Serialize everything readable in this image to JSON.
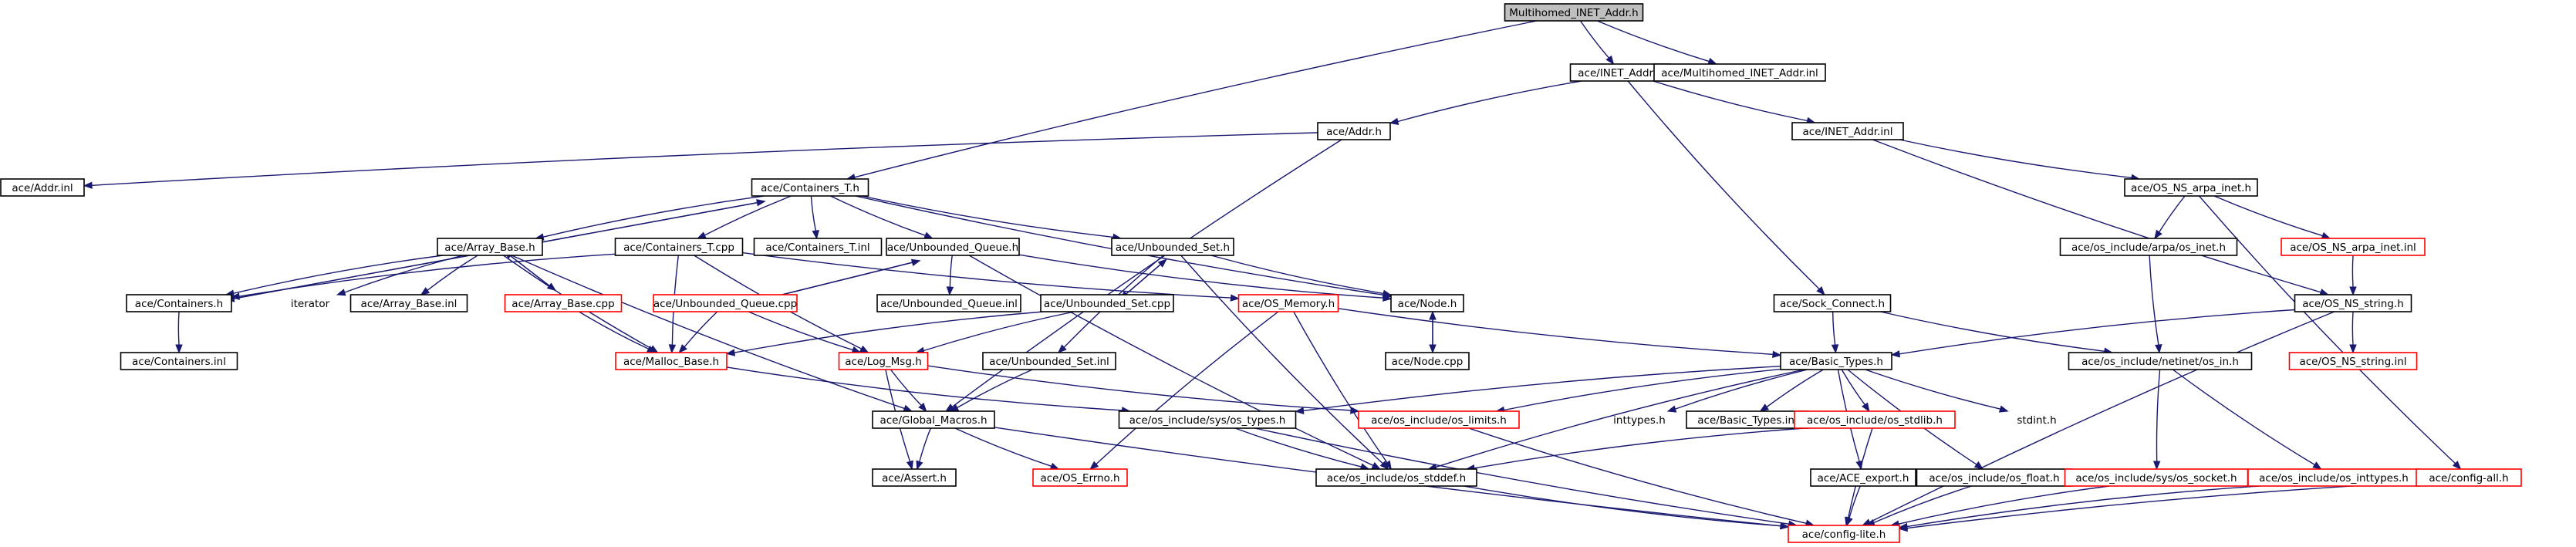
{
  "colors": {
    "edge": "#191970",
    "normal_border": "#000000",
    "incomplete_border": "#ff0000",
    "root_fill": "#bfbfbf"
  },
  "nodes": {
    "root": {
      "label": "Multihomed_INET_Addr.h",
      "kind": "root"
    },
    "inet_addr_h": {
      "label": "ace/INET_Addr.h",
      "kind": "normal"
    },
    "multihomed_inl": {
      "label": "ace/Multihomed_INET_Addr.inl",
      "kind": "normal"
    },
    "addr_h": {
      "label": "ace/Addr.h",
      "kind": "normal"
    },
    "inet_addr_inl": {
      "label": "ace/INET_Addr.inl",
      "kind": "normal"
    },
    "addr_inl": {
      "label": "ace/Addr.inl",
      "kind": "normal"
    },
    "containers_t_h": {
      "label": "ace/Containers_T.h",
      "kind": "normal"
    },
    "os_ns_arpa_inet_h": {
      "label": "ace/OS_NS_arpa_inet.h",
      "kind": "normal"
    },
    "array_base_h": {
      "label": "ace/Array_Base.h",
      "kind": "normal"
    },
    "containers_t_cpp": {
      "label": "ace/Containers_T.cpp",
      "kind": "normal"
    },
    "containers_t_inl": {
      "label": "ace/Containers_T.inl",
      "kind": "normal"
    },
    "unbounded_queue_h": {
      "label": "ace/Unbounded_Queue.h",
      "kind": "normal"
    },
    "unbounded_set_h": {
      "label": "ace/Unbounded_Set.h",
      "kind": "normal"
    },
    "os_include_arpa_inet_h": {
      "label": "ace/os_include/arpa/os_inet.h",
      "kind": "normal"
    },
    "os_ns_arpa_inet_inl": {
      "label": "ace/OS_NS_arpa_inet.inl",
      "kind": "incomplete"
    },
    "containers_h": {
      "label": "ace/Containers.h",
      "kind": "normal"
    },
    "iterator": {
      "label": "iterator",
      "kind": "plain"
    },
    "array_base_inl": {
      "label": "ace/Array_Base.inl",
      "kind": "normal"
    },
    "array_base_cpp": {
      "label": "ace/Array_Base.cpp",
      "kind": "incomplete"
    },
    "unbounded_queue_cpp": {
      "label": "ace/Unbounded_Queue.cpp",
      "kind": "incomplete"
    },
    "unbounded_queue_inl": {
      "label": "ace/Unbounded_Queue.inl",
      "kind": "normal"
    },
    "unbounded_set_cpp": {
      "label": "ace/Unbounded_Set.cpp",
      "kind": "normal"
    },
    "os_memory_h": {
      "label": "ace/OS_Memory.h",
      "kind": "incomplete"
    },
    "node_h": {
      "label": "ace/Node.h",
      "kind": "normal"
    },
    "sock_connect_h": {
      "label": "ace/Sock_Connect.h",
      "kind": "normal"
    },
    "os_ns_string_h": {
      "label": "ace/OS_NS_string.h",
      "kind": "normal"
    },
    "containers_inl": {
      "label": "ace/Containers.inl",
      "kind": "normal"
    },
    "malloc_base_h": {
      "label": "ace/Malloc_Base.h",
      "kind": "incomplete"
    },
    "log_msg_h": {
      "label": "ace/Log_Msg.h",
      "kind": "incomplete"
    },
    "unbounded_set_inl": {
      "label": "ace/Unbounded_Set.inl",
      "kind": "normal"
    },
    "node_cpp": {
      "label": "ace/Node.cpp",
      "kind": "normal"
    },
    "basic_types_h": {
      "label": "ace/Basic_Types.h",
      "kind": "normal"
    },
    "os_include_netinet_in_h": {
      "label": "ace/os_include/netinet/os_in.h",
      "kind": "normal"
    },
    "os_ns_string_inl": {
      "label": "ace/OS_NS_string.inl",
      "kind": "incomplete"
    },
    "global_macros_h": {
      "label": "ace/Global_Macros.h",
      "kind": "normal"
    },
    "os_include_sys_types_h": {
      "label": "ace/os_include/sys/os_types.h",
      "kind": "normal"
    },
    "os_include_limits_h": {
      "label": "ace/os_include/os_limits.h",
      "kind": "incomplete"
    },
    "inttypes_h": {
      "label": "inttypes.h",
      "kind": "plain"
    },
    "basic_types_inl": {
      "label": "ace/Basic_Types.inl",
      "kind": "normal"
    },
    "os_include_stdlib_h": {
      "label": "ace/os_include/os_stdlib.h",
      "kind": "incomplete"
    },
    "stdint_h": {
      "label": "stdint.h",
      "kind": "plain"
    },
    "assert_h": {
      "label": "ace/Assert.h",
      "kind": "normal"
    },
    "os_errno_h": {
      "label": "ace/OS_Errno.h",
      "kind": "incomplete"
    },
    "os_include_stddef_h": {
      "label": "ace/os_include/os_stddef.h",
      "kind": "normal"
    },
    "ace_export_h": {
      "label": "ace/ACE_export.h",
      "kind": "normal"
    },
    "os_include_float_h": {
      "label": "ace/os_include/os_float.h",
      "kind": "normal"
    },
    "os_include_sys_socket_h": {
      "label": "ace/os_include/sys/os_socket.h",
      "kind": "incomplete"
    },
    "os_include_inttypes_h": {
      "label": "ace/os_include/os_inttypes.h",
      "kind": "incomplete"
    },
    "config_all_h": {
      "label": "ace/config-all.h",
      "kind": "incomplete"
    },
    "config_lite_h": {
      "label": "ace/config-lite.h",
      "kind": "incomplete"
    }
  },
  "edges": [
    [
      "root",
      "inet_addr_h"
    ],
    [
      "root",
      "multihomed_inl"
    ],
    [
      "root",
      "containers_t_h"
    ],
    [
      "inet_addr_h",
      "addr_h"
    ],
    [
      "inet_addr_h",
      "inet_addr_inl"
    ],
    [
      "inet_addr_h",
      "sock_connect_h"
    ],
    [
      "addr_h",
      "addr_inl"
    ],
    [
      "addr_h",
      "global_macros_h"
    ],
    [
      "inet_addr_inl",
      "os_ns_arpa_inet_h"
    ],
    [
      "inet_addr_inl",
      "os_ns_string_h"
    ],
    [
      "containers_t_h",
      "array_base_h"
    ],
    [
      "containers_t_h",
      "containers_t_cpp"
    ],
    [
      "containers_t_h",
      "containers_t_inl"
    ],
    [
      "containers_t_h",
      "unbounded_queue_h"
    ],
    [
      "containers_t_h",
      "unbounded_set_h"
    ],
    [
      "containers_t_h",
      "node_h"
    ],
    [
      "containers_t_h",
      "containers_h"
    ],
    [
      "os_ns_arpa_inet_h",
      "os_include_arpa_inet_h"
    ],
    [
      "os_ns_arpa_inet_h",
      "os_ns_arpa_inet_inl"
    ],
    [
      "os_ns_arpa_inet_h",
      "config_all_h"
    ],
    [
      "array_base_h",
      "containers_h"
    ],
    [
      "array_base_h",
      "iterator"
    ],
    [
      "array_base_h",
      "array_base_inl"
    ],
    [
      "array_base_h",
      "array_base_cpp"
    ],
    [
      "array_base_h",
      "global_macros_h"
    ],
    [
      "array_base_h",
      "malloc_base_h"
    ],
    [
      "containers_t_cpp",
      "containers_h"
    ],
    [
      "containers_t_cpp",
      "malloc_base_h"
    ],
    [
      "containers_t_cpp",
      "log_msg_h"
    ],
    [
      "containers_t_cpp",
      "os_memory_h"
    ],
    [
      "unbounded_queue_h",
      "unbounded_queue_cpp"
    ],
    [
      "unbounded_queue_h",
      "unbounded_queue_inl"
    ],
    [
      "unbounded_queue_h",
      "node_h"
    ],
    [
      "unbounded_queue_h",
      "os_include_stddef_h"
    ],
    [
      "unbounded_set_h",
      "unbounded_set_cpp"
    ],
    [
      "unbounded_set_h",
      "unbounded_set_inl"
    ],
    [
      "unbounded_set_h",
      "node_h"
    ],
    [
      "unbounded_set_h",
      "os_include_stddef_h"
    ],
    [
      "os_include_arpa_inet_h",
      "os_include_netinet_in_h"
    ],
    [
      "os_ns_arpa_inet_inl",
      "os_ns_string_h"
    ],
    [
      "containers_h",
      "containers_t_h"
    ],
    [
      "containers_h",
      "containers_inl"
    ],
    [
      "array_base_cpp",
      "array_base_h"
    ],
    [
      "array_base_cpp",
      "malloc_base_h"
    ],
    [
      "unbounded_queue_cpp",
      "unbounded_queue_h"
    ],
    [
      "unbounded_queue_cpp",
      "malloc_base_h"
    ],
    [
      "unbounded_queue_cpp",
      "log_msg_h"
    ],
    [
      "unbounded_set_cpp",
      "unbounded_set_h"
    ],
    [
      "unbounded_set_cpp",
      "malloc_base_h"
    ],
    [
      "unbounded_set_cpp",
      "log_msg_h"
    ],
    [
      "os_memory_h",
      "basic_types_h"
    ],
    [
      "os_memory_h",
      "os_errno_h"
    ],
    [
      "os_memory_h",
      "os_include_stddef_h"
    ],
    [
      "node_h",
      "node_cpp"
    ],
    [
      "node_cpp",
      "node_h"
    ],
    [
      "sock_connect_h",
      "basic_types_h"
    ],
    [
      "sock_connect_h",
      "os_include_netinet_in_h"
    ],
    [
      "os_ns_string_h",
      "basic_types_h"
    ],
    [
      "os_ns_string_h",
      "os_ns_string_inl"
    ],
    [
      "os_ns_string_h",
      "config_lite_h"
    ],
    [
      "malloc_base_h",
      "os_include_sys_types_h"
    ],
    [
      "log_msg_h",
      "global_macros_h"
    ],
    [
      "log_msg_h",
      "assert_h"
    ],
    [
      "log_msg_h",
      "os_include_limits_h"
    ],
    [
      "unbounded_set_inl",
      "global_macros_h"
    ],
    [
      "basic_types_h",
      "os_include_limits_h"
    ],
    [
      "basic_types_h",
      "inttypes_h"
    ],
    [
      "basic_types_h",
      "basic_types_inl"
    ],
    [
      "basic_types_h",
      "os_include_stdlib_h"
    ],
    [
      "basic_types_h",
      "stdint_h"
    ],
    [
      "basic_types_h",
      "os_include_sys_types_h"
    ],
    [
      "basic_types_h",
      "os_include_stddef_h"
    ],
    [
      "basic_types_h",
      "ace_export_h"
    ],
    [
      "basic_types_h",
      "os_include_float_h"
    ],
    [
      "os_include_netinet_in_h",
      "os_include_sys_socket_h"
    ],
    [
      "os_include_netinet_in_h",
      "os_include_inttypes_h"
    ],
    [
      "global_macros_h",
      "assert_h"
    ],
    [
      "global_macros_h",
      "os_errno_h"
    ],
    [
      "global_macros_h",
      "config_lite_h"
    ],
    [
      "os_include_sys_types_h",
      "os_include_stddef_h"
    ],
    [
      "os_include_sys_types_h",
      "config_lite_h"
    ],
    [
      "os_include_limits_h",
      "config_lite_h"
    ],
    [
      "os_include_stdlib_h",
      "os_include_stddef_h"
    ],
    [
      "os_include_stdlib_h",
      "config_lite_h"
    ],
    [
      "os_include_stddef_h",
      "config_lite_h"
    ],
    [
      "ace_export_h",
      "config_lite_h"
    ],
    [
      "os_include_float_h",
      "config_lite_h"
    ],
    [
      "os_include_sys_socket_h",
      "config_lite_h"
    ],
    [
      "os_include_inttypes_h",
      "config_lite_h"
    ],
    [
      "config_all_h",
      "config_lite_h"
    ]
  ]
}
